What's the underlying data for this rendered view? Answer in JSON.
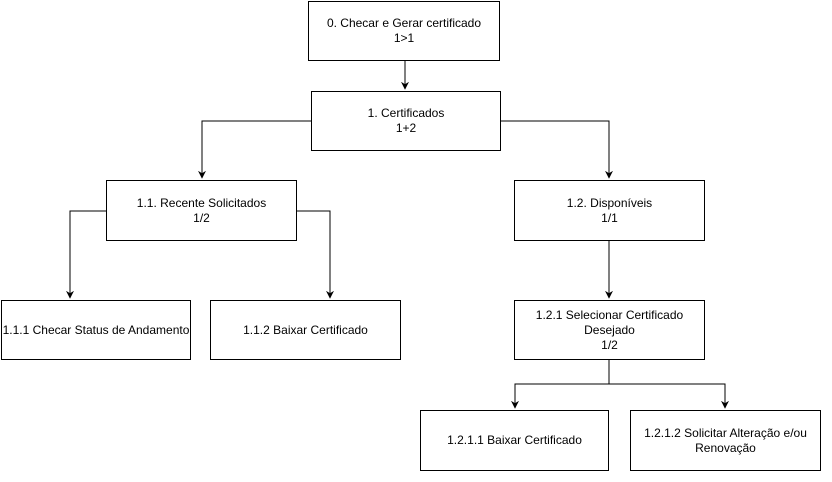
{
  "colors": {
    "stroke": "#000000",
    "fill": "#ffffff",
    "text": "#000000"
  },
  "nodes": [
    {
      "id": "n0",
      "lines": [
        "0. Checar e Gerar certificado",
        "1>1"
      ]
    },
    {
      "id": "n1",
      "lines": [
        "1. Certificados",
        "1+2"
      ]
    },
    {
      "id": "n11",
      "lines": [
        "1.1. Recente Solicitados",
        "1/2"
      ]
    },
    {
      "id": "n12",
      "lines": [
        "1.2. Disponíveis",
        "1/1"
      ]
    },
    {
      "id": "n111",
      "lines": [
        "1.1.1 Checar Status de Andamento"
      ]
    },
    {
      "id": "n112",
      "lines": [
        "1.1.2 Baixar Certificado"
      ]
    },
    {
      "id": "n121",
      "lines": [
        "1.2.1 Selecionar Certificado",
        "Desejado",
        "1/2"
      ]
    },
    {
      "id": "n1211",
      "lines": [
        "1.2.1.1 Baixar Certificado"
      ]
    },
    {
      "id": "n1212",
      "lines": [
        "1.2.1.2 Solicitar Alteração e/ou",
        "Renovação"
      ]
    }
  ],
  "edges": [
    {
      "from": "n0",
      "to": "n1"
    },
    {
      "from": "n1",
      "to": "n11"
    },
    {
      "from": "n1",
      "to": "n12"
    },
    {
      "from": "n11",
      "to": "n111"
    },
    {
      "from": "n11",
      "to": "n112"
    },
    {
      "from": "n12",
      "to": "n121"
    },
    {
      "from": "n121",
      "to": "n1211"
    },
    {
      "from": "n121",
      "to": "n1212"
    }
  ]
}
